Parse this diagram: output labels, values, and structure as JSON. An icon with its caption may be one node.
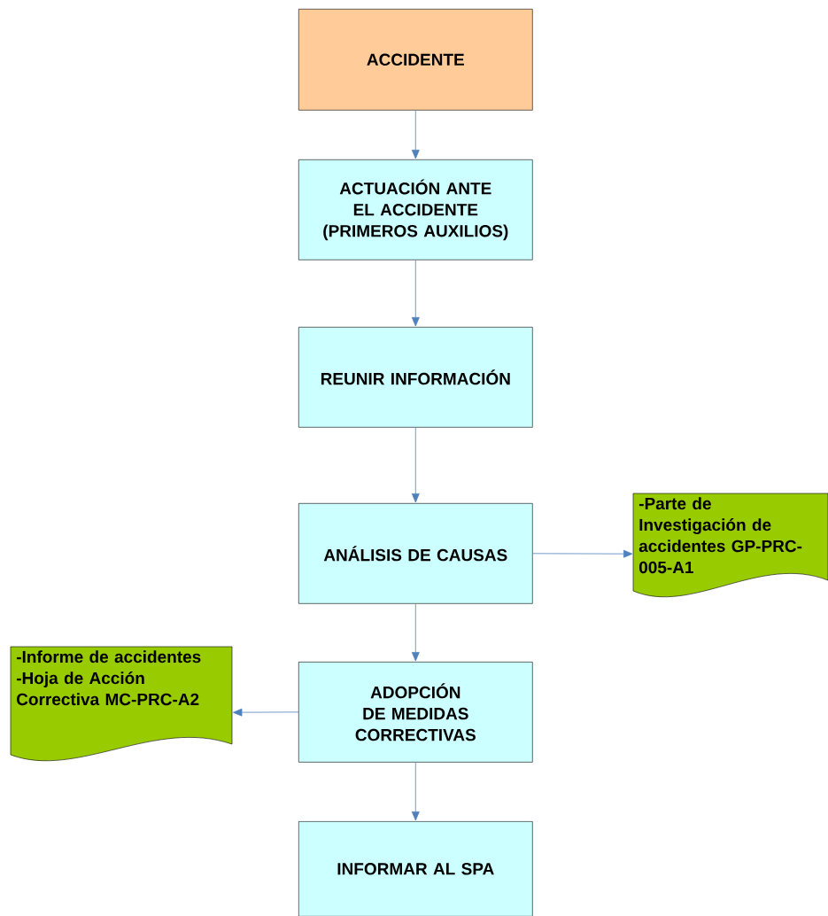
{
  "diagram": {
    "nodes": [
      {
        "text": [
          "ACCIDENTE"
        ]
      },
      {
        "text": [
          "ACTUACIÓN ANTE EL ACCIDENTE (PRIMEROS AUXILIOS)"
        ]
      },
      {
        "text": [
          "REUNIR INFORMACIÓN"
        ]
      },
      {
        "text": [
          "ANÁLISIS DE CAUSAS"
        ]
      },
      {
        "text": [
          "-Parte de Investigación de accidentes GP-PRC-005-A1"
        ]
      },
      {
        "text": [
          "ADOPCIÓN DE MEDIDAS CORRECTIVAS"
        ]
      },
      {
        "text": [
          "-Informe de accidentes",
          "-Hoja de Acción Correctiva MC-PRC-A2"
        ]
      },
      {
        "text": [
          "INFORMAR AL SPA"
        ]
      }
    ],
    "edges": [
      {
        "from": 0,
        "to": 1,
        "arrow": "to"
      },
      {
        "from": 1,
        "to": 2,
        "arrow": "to"
      },
      {
        "from": 2,
        "to": 3,
        "arrow": "to"
      },
      {
        "from": 3,
        "to": 4,
        "arrow": "to"
      },
      {
        "from": 3,
        "to": 5,
        "arrow": "to"
      },
      {
        "from": 5,
        "to": 6,
        "arrow": "to"
      },
      {
        "from": 5,
        "to": 7,
        "arrow": "to"
      }
    ]
  }
}
